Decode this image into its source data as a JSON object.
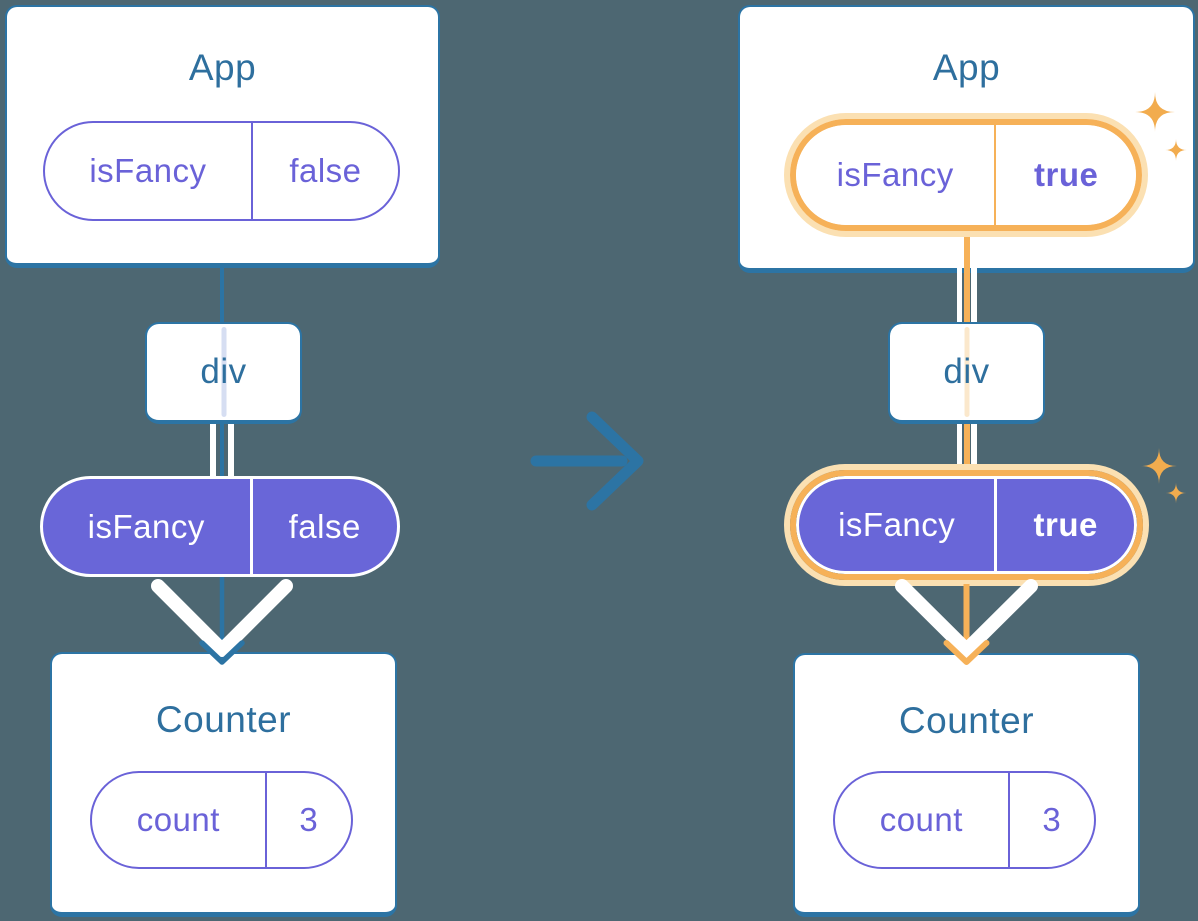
{
  "before": {
    "app": {
      "title": "App",
      "prop_name": "isFancy",
      "prop_value": "false"
    },
    "container_label": "div",
    "props": {
      "name": "isFancy",
      "value": "false"
    },
    "counter": {
      "title": "Counter",
      "state_name": "count",
      "state_value": "3"
    }
  },
  "after": {
    "app": {
      "title": "App",
      "prop_name": "isFancy",
      "prop_value": "true"
    },
    "container_label": "div",
    "props": {
      "name": "isFancy",
      "value": "true"
    },
    "counter": {
      "title": "Counter",
      "state_name": "count",
      "state_value": "3"
    }
  },
  "icons": {
    "transition": "right-arrow",
    "highlight": "sparkles"
  },
  "colors": {
    "background": "#4D6772",
    "card_border": "#2C74A4",
    "title_text": "#2E6F9E",
    "purple": "#6A62D8",
    "purple_fill": "#6966D8",
    "orange": "#F6B158",
    "orange_glow": "#FBE0B2",
    "sparkle": "#F2AC4E",
    "ghost_blue": "#D6DEF2",
    "ghost_orange": "#FBE8CC",
    "white": "#FFFFFF"
  }
}
